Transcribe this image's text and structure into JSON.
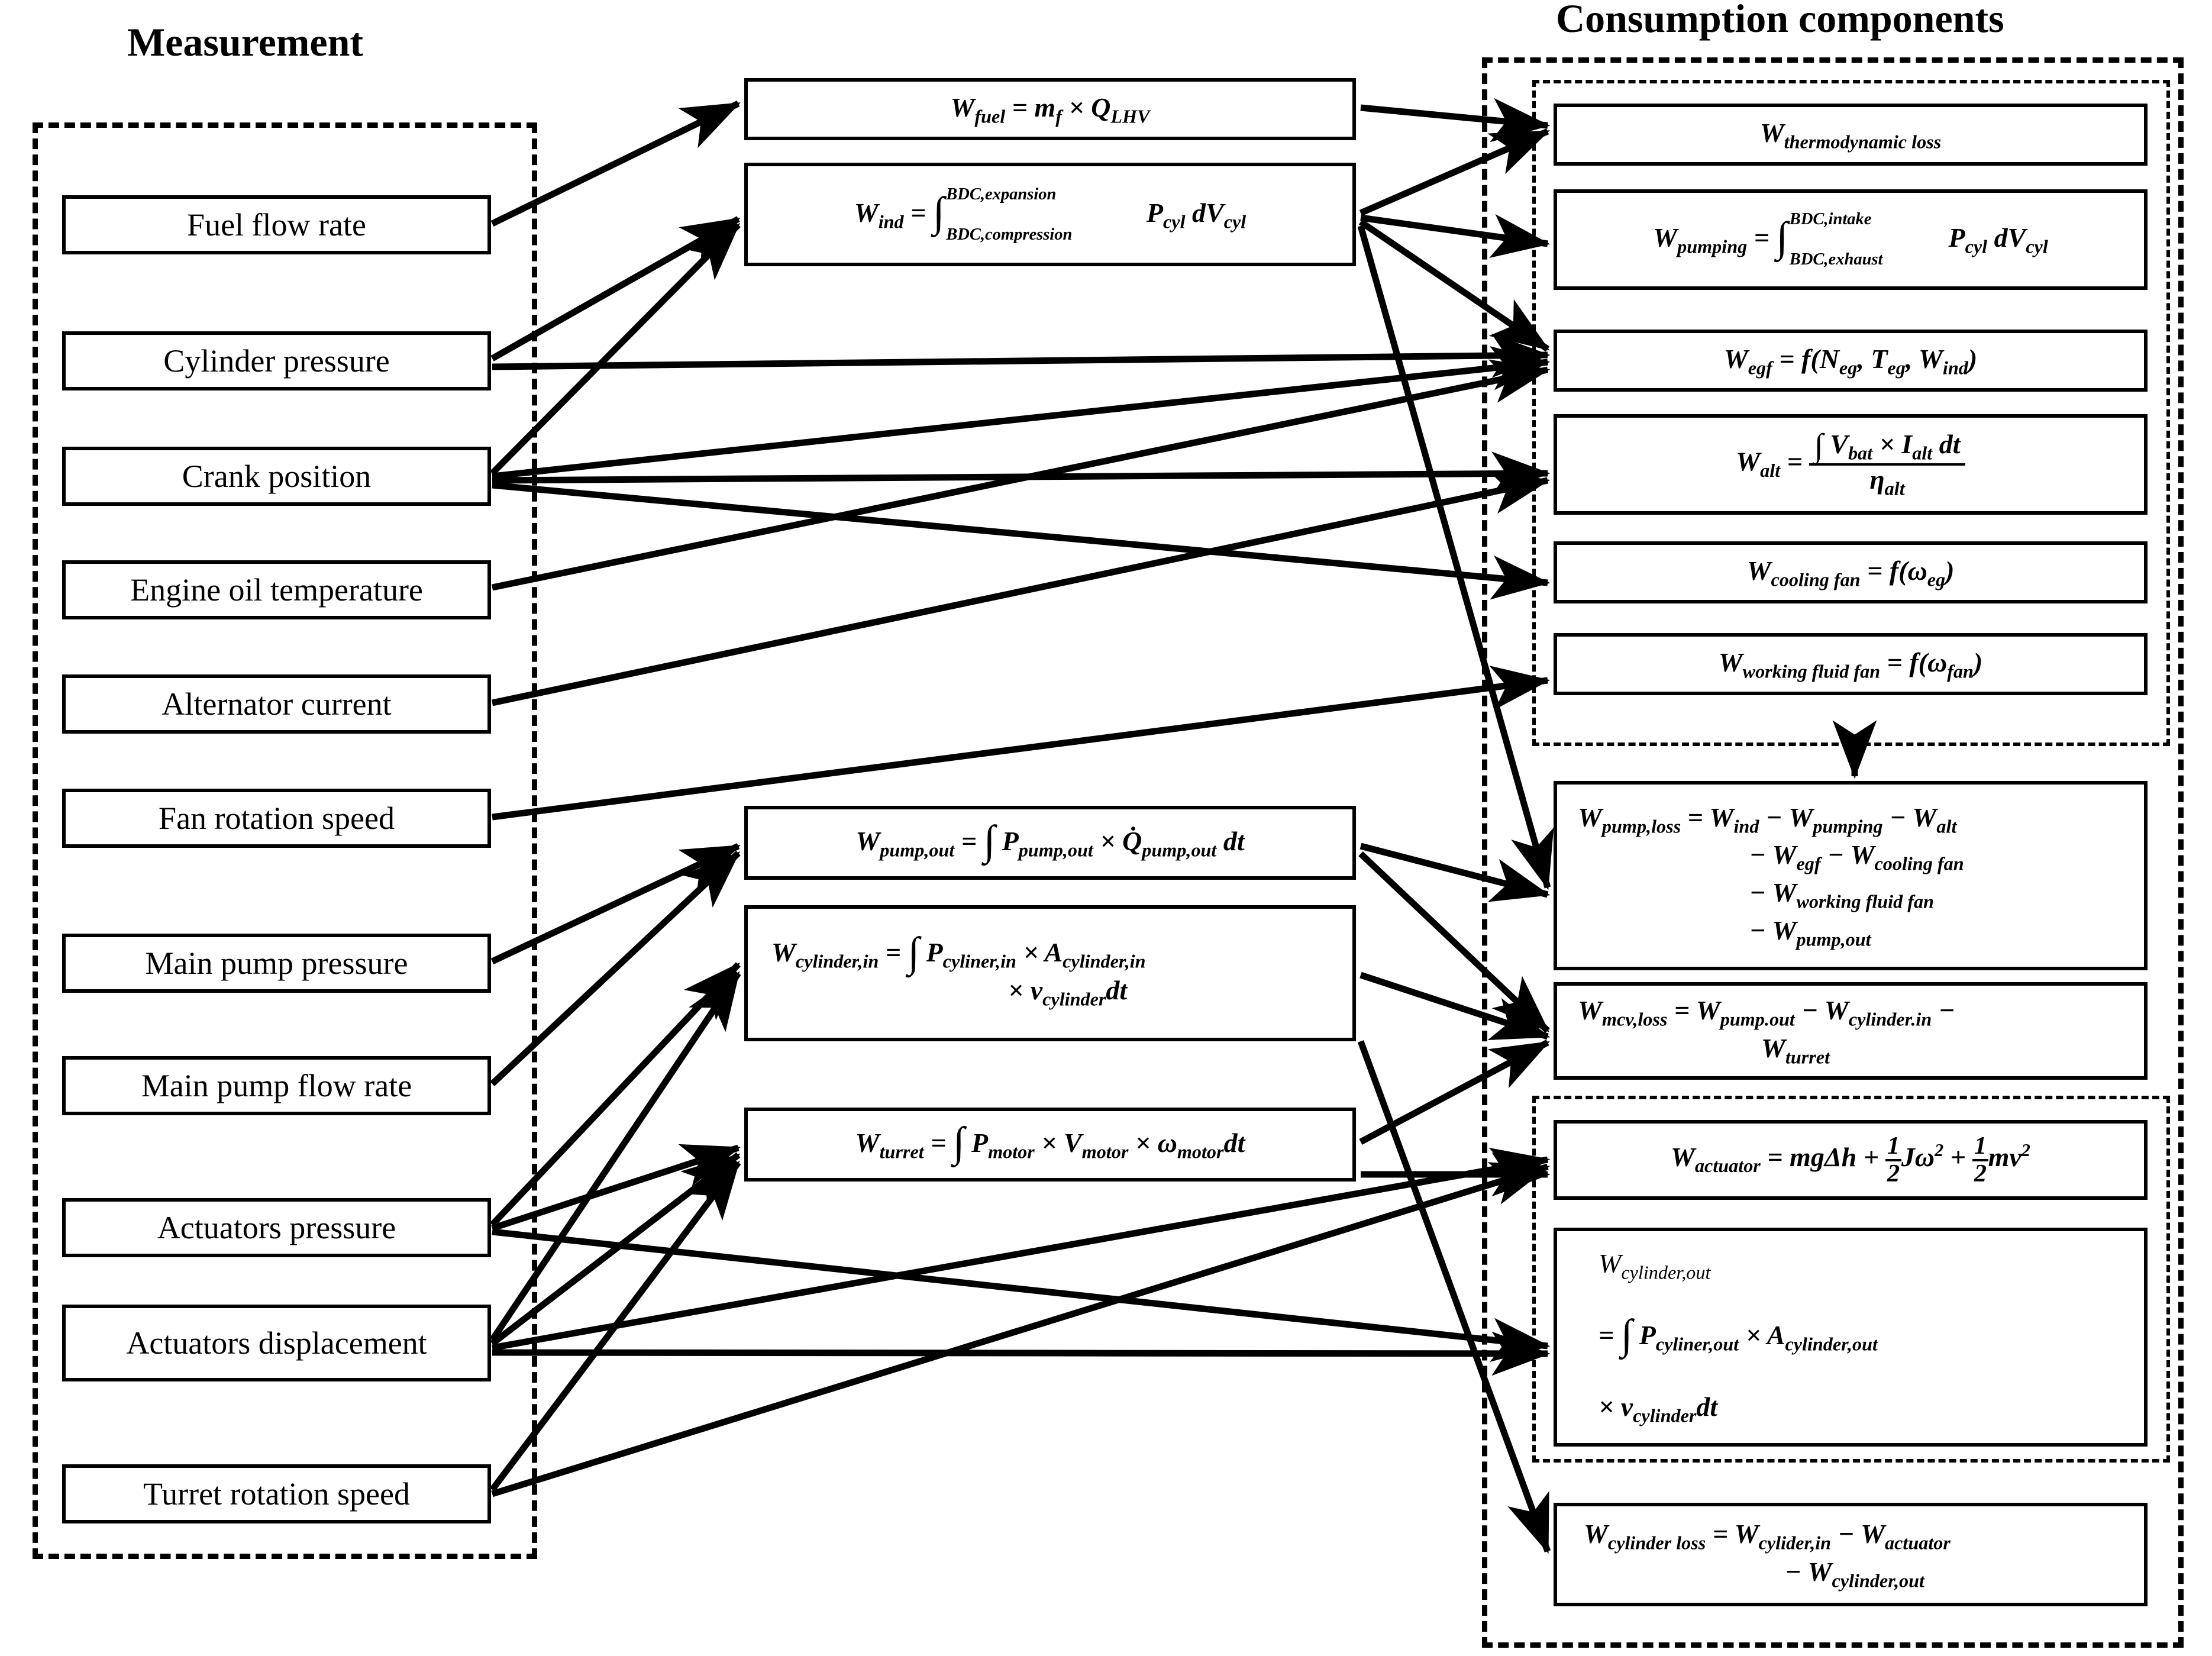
{
  "headings": {
    "measurement": "Measurement",
    "consumption": "Consumption components"
  },
  "measurement_items": [
    {
      "id": "fuel-flow-rate",
      "label": "Fuel flow rate"
    },
    {
      "id": "cylinder-pressure",
      "label": "Cylinder pressure"
    },
    {
      "id": "crank-position",
      "label": "Crank position"
    },
    {
      "id": "engine-oil-temperature",
      "label": "Engine oil temperature"
    },
    {
      "id": "alternator-current",
      "label": "Alternator current"
    },
    {
      "id": "fan-rotation-speed",
      "label": "Fan rotation speed"
    },
    {
      "id": "main-pump-pressure",
      "label": "Main pump pressure"
    },
    {
      "id": "main-pump-flow-rate",
      "label": "Main pump flow rate"
    },
    {
      "id": "actuators-pressure",
      "label": "Actuators pressure"
    },
    {
      "id": "actuators-displacement",
      "label": "Actuators displacement"
    },
    {
      "id": "turret-rotation-speed",
      "label": "Turret rotation speed"
    }
  ],
  "middle_equations": [
    {
      "id": "w-fuel",
      "text": "W_fuel = m_f × Q_LHV"
    },
    {
      "id": "w-ind",
      "text": "W_ind = ∫_{BDC,compression}^{BDC,expansion} P_cyl dV_cyl"
    },
    {
      "id": "w-pump-out",
      "text": "W_pump,out = ∫ P_pump,out × Q̇_pump,out dt"
    },
    {
      "id": "w-cylinder-in",
      "text": "W_cylinder,in = ∫ P_cyliner,in × A_cylinder,in × v_cylinder dt"
    },
    {
      "id": "w-turret",
      "text": "W_turret = ∫ P_motor × V_motor × ω_motor dt"
    }
  ],
  "consumption_equations": [
    {
      "id": "w-thermodynamic-loss",
      "text": "W_thermodynamic loss"
    },
    {
      "id": "w-pumping",
      "text": "W_pumping = ∫_{BDC,exhaust}^{BDC,intake} P_cyl dV_cyl"
    },
    {
      "id": "w-egf",
      "text": "W_egf = f(N_eg, T_eg, W_ind)"
    },
    {
      "id": "w-alt",
      "text": "W_alt = (∫ V_bat × I_alt dt) / η_alt"
    },
    {
      "id": "w-cooling-fan",
      "text": "W_cooling fan = f(ω_eg)"
    },
    {
      "id": "w-working-fluid-fan",
      "text": "W_working fluid fan = f(ω_fan)"
    },
    {
      "id": "w-pump-loss",
      "text": "W_pump,loss = W_ind − W_pumping − W_alt − W_egf − W_cooling fan − W_working fluid fan − W_pump,out"
    },
    {
      "id": "w-mcv-loss",
      "text": "W_mcv,loss = W_pump.out − W_cylinder.in − W_turret"
    },
    {
      "id": "w-actuator",
      "text": "W_actuator = mgΔh + ½ Jω² + ½ mv²"
    },
    {
      "id": "w-cylinder-out",
      "text": "W_cylinder,out = ∫ P_cyliner,out × A_cylinder,out × v_cylinder dt"
    },
    {
      "id": "w-cylinder-loss",
      "text": "W_cylinder loss = W_cylider,in − W_actuator − W_cylinder,out"
    }
  ],
  "colors": {
    "stroke": "#000000",
    "background": "#ffffff"
  }
}
